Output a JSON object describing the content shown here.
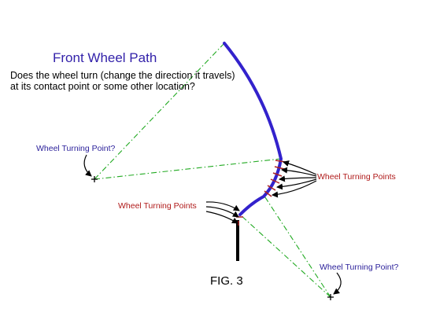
{
  "title": "Front Wheel Path",
  "question": {
    "line1": "Does the wheel turn (change the direction it travels)",
    "line2": "at its contact point or some other location?"
  },
  "labels": {
    "turning_point_left": "Wheel Turning Point?",
    "turning_points_right": "Wheel Turning Points",
    "turning_points_left_red": "Wheel Turning Points",
    "turning_point_bottom": "Wheel Turning Point?"
  },
  "figure_label": "FIG. 3",
  "colors": {
    "path": "#3322cc",
    "construction": "#22aa22",
    "ticks": "#aa2222",
    "title": "#3322aa",
    "red_text": "#b01a1a",
    "arrows": "#000000"
  }
}
